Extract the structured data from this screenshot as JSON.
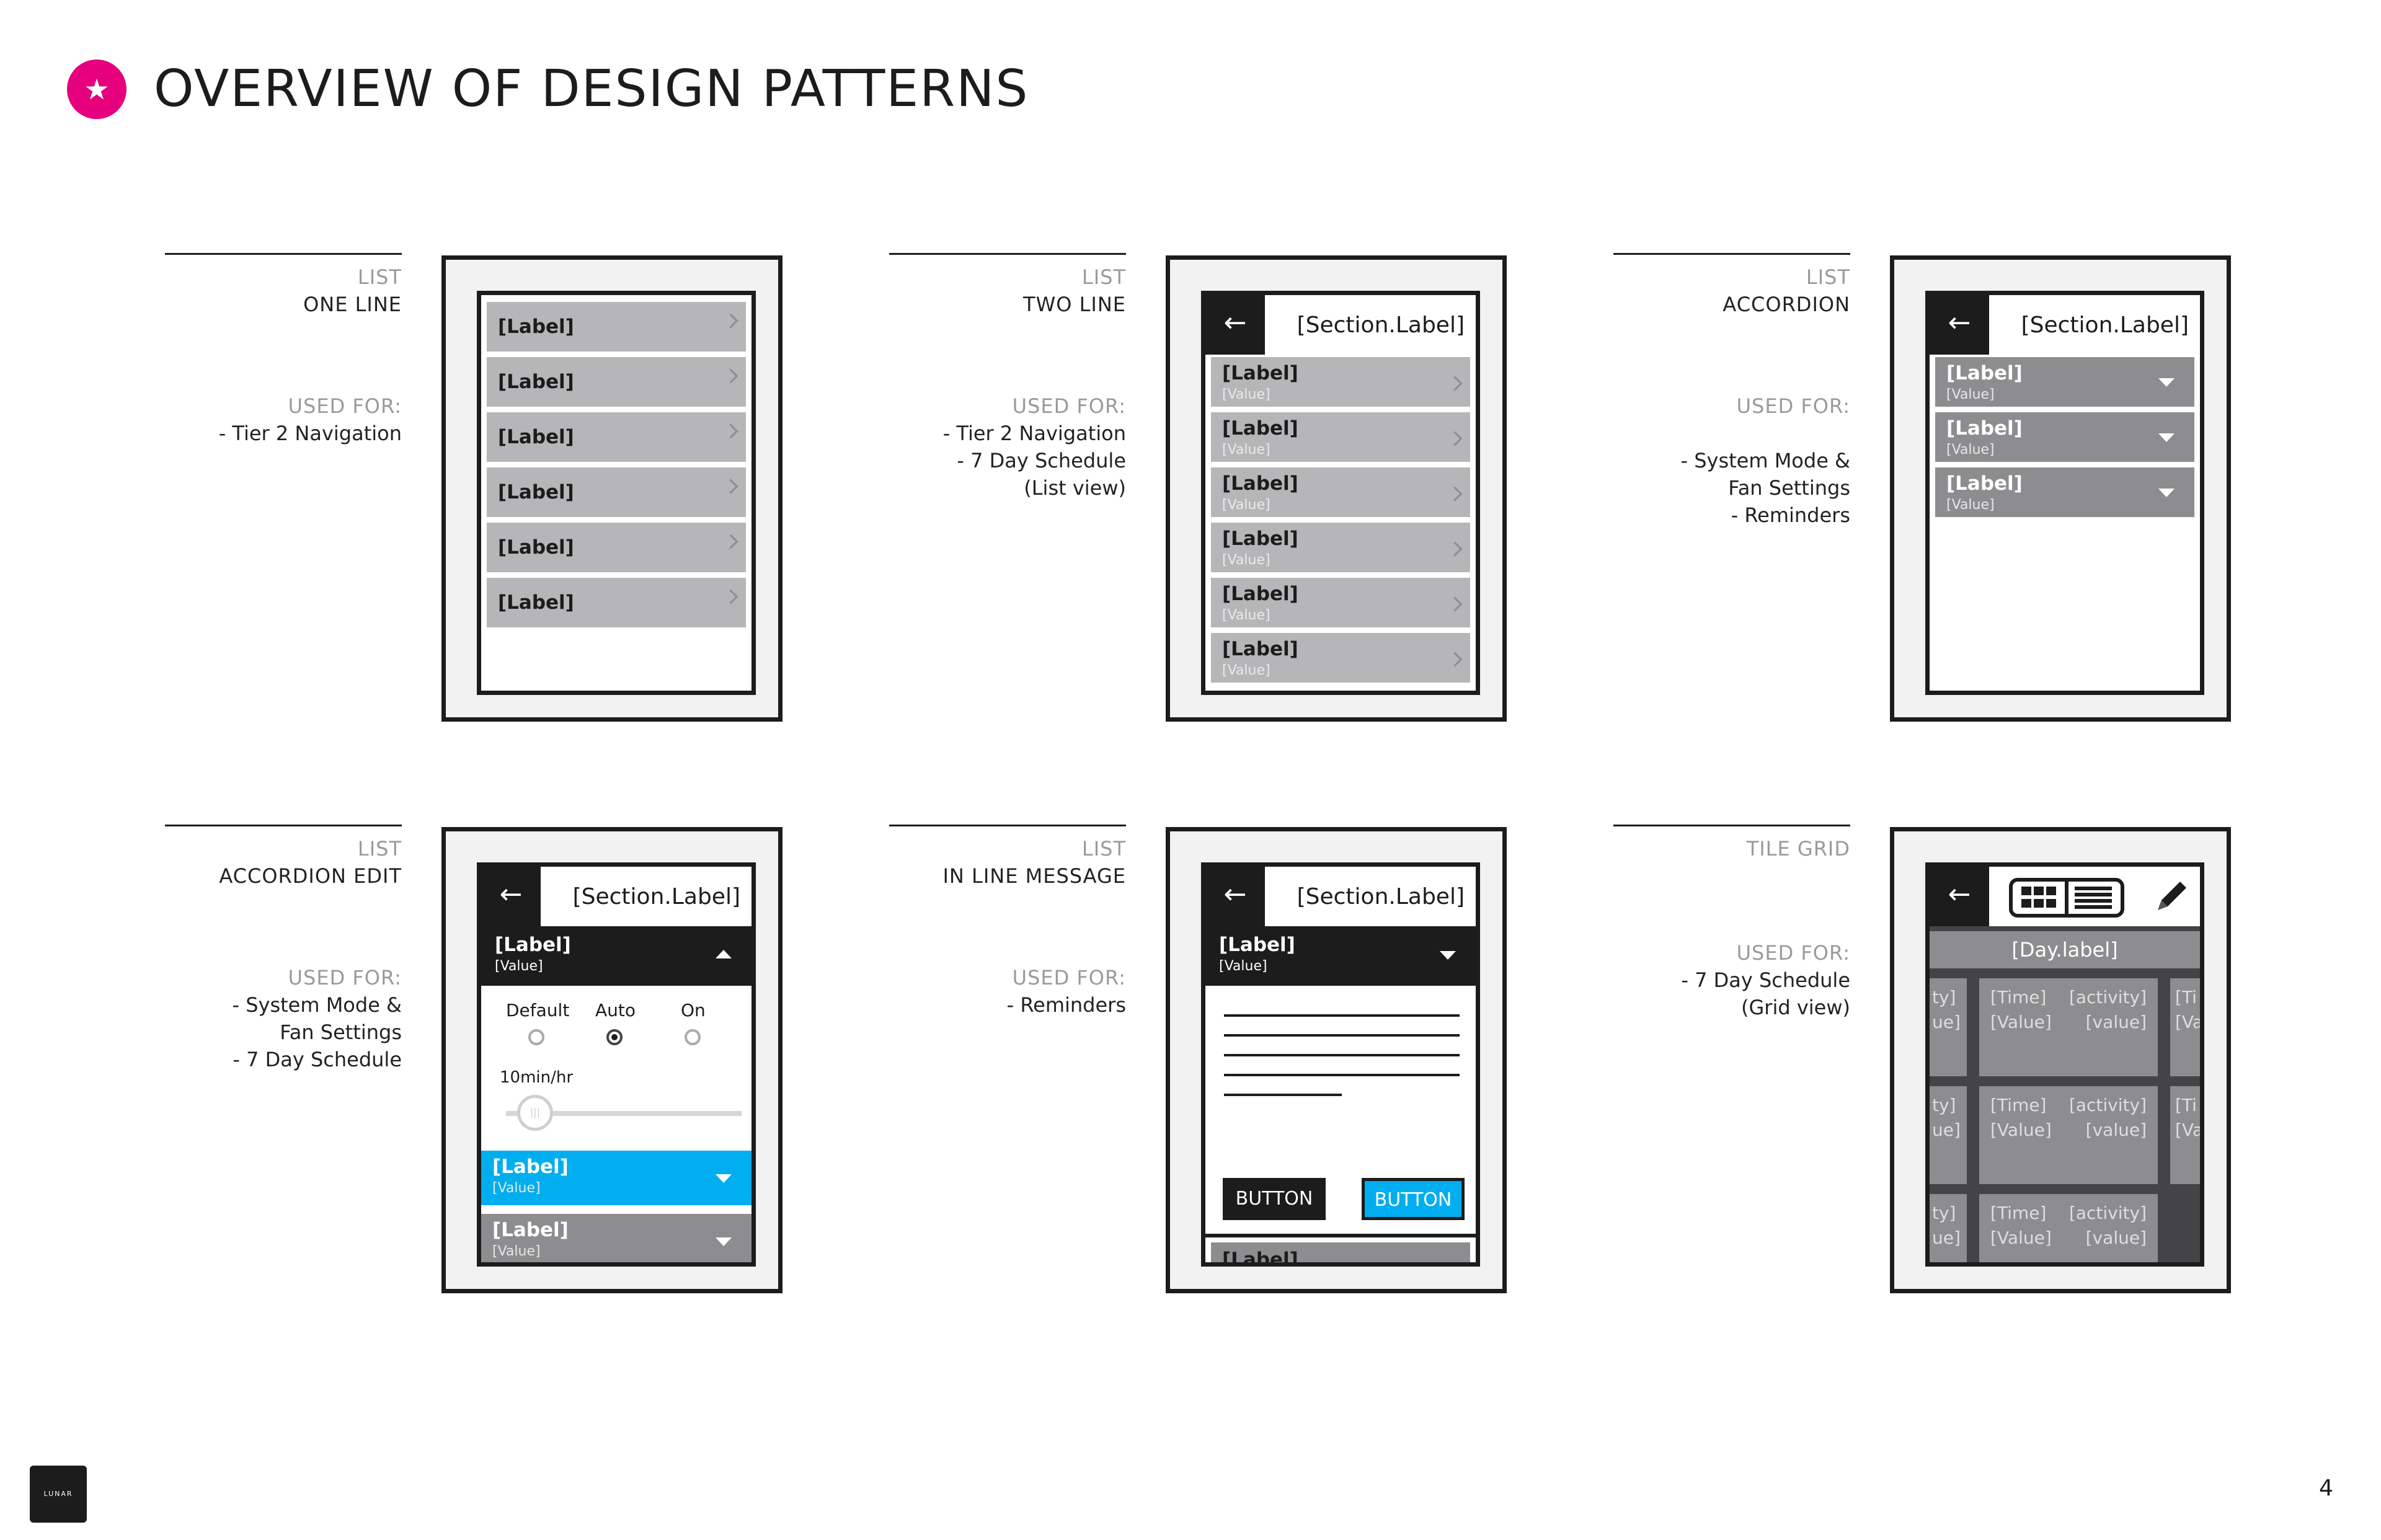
{
  "header": {
    "title": "OVERVIEW OF DESIGN PATTERNS",
    "badge_icon": "star-icon",
    "badge_color": "#e6007e"
  },
  "patterns": [
    {
      "category": "LIST",
      "name": "ONE LINE",
      "used_for_label": "USED FOR:",
      "used_for": [
        "- Tier 2 Navigation"
      ]
    },
    {
      "category": "LIST",
      "name": "TWO LINE",
      "used_for_label": "USED FOR:",
      "used_for": [
        "- Tier 2 Navigation",
        "- 7 Day Schedule",
        "(List view)"
      ]
    },
    {
      "category": "LIST",
      "name": "ACCORDION",
      "used_for_label": "USED FOR:",
      "used_for": [
        "- System Mode &",
        "Fan Settings",
        "- Reminders"
      ]
    },
    {
      "category": "LIST",
      "name": "ACCORDION EDIT",
      "used_for_label": "USED FOR:",
      "used_for": [
        "- System Mode &",
        "Fan Settings",
        "- 7 Day Schedule"
      ]
    },
    {
      "category": "LIST",
      "name": "IN LINE MESSAGE",
      "used_for_label": "USED FOR:",
      "used_for": [
        "- Reminders"
      ]
    },
    {
      "category": "",
      "name": "TILE GRID",
      "used_for_label": "USED FOR:",
      "used_for": [
        "- 7 Day Schedule",
        "(Grid view)"
      ]
    }
  ],
  "mock": {
    "label": "[Label]",
    "value": "[Value]",
    "section_label": "[Section.Label]",
    "day_label": "[Day.label]",
    "radio_options": [
      "Default",
      "Auto",
      "On"
    ],
    "radio_selected": "Auto",
    "slider_label": "10min/hr",
    "button_left": "BUTTON",
    "button_right": "BUTTON",
    "tile_time": "[Time]",
    "tile_activity": "[activity]",
    "tile_value": "[Value]",
    "tile_value_lower": "[value]",
    "tile_clip_left_1": "ty]",
    "tile_clip_left_2": "ue]",
    "tile_clip_right_1": "[Ti",
    "tile_clip_right_2": "[Va"
  },
  "colors": {
    "accent_blue": "#00aeef",
    "row_gray": "#b6b6b8",
    "accordion_gray": "#8d8d90",
    "dark": "#1c1c1c"
  },
  "footer": {
    "logo_text": "LUNAR",
    "page_number": "4"
  }
}
